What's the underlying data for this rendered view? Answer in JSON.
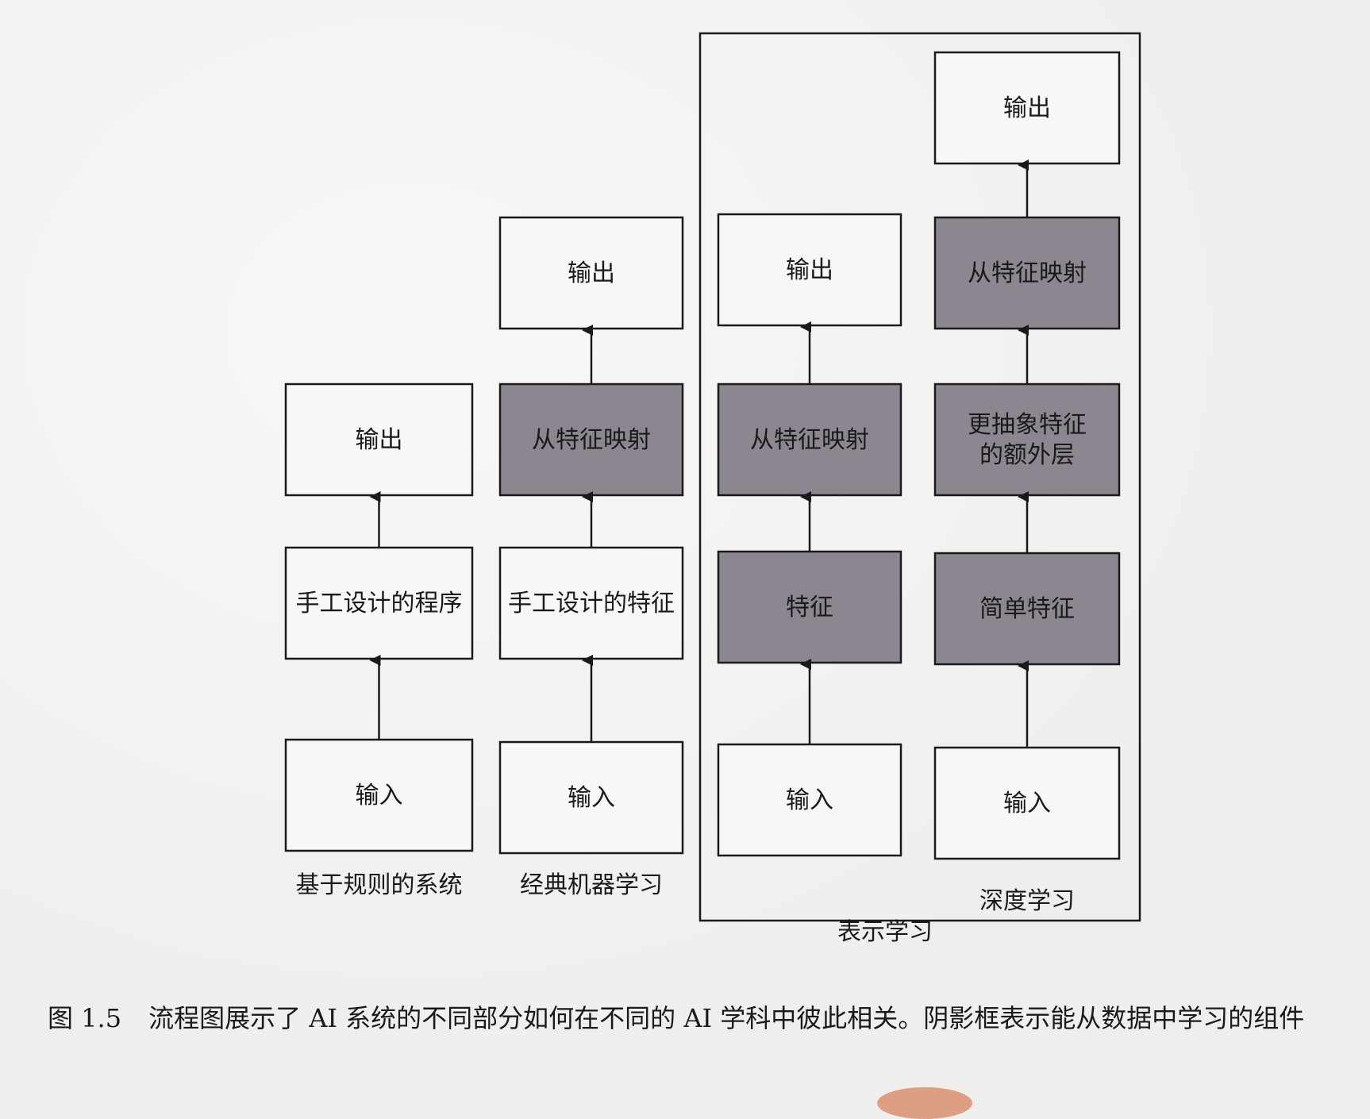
{
  "groups": [
    {
      "label": "基于规则的系统",
      "nodes": [
        {
          "text": "输出",
          "shaded": false
        },
        {
          "text": "手工设计的程序",
          "shaded": false
        },
        {
          "text": "输入",
          "shaded": false
        }
      ]
    },
    {
      "label": "经典机器学习",
      "nodes": [
        {
          "text": "输出",
          "shaded": false
        },
        {
          "text": "从特征映射",
          "shaded": true
        },
        {
          "text": "手工设计的特征",
          "shaded": false
        },
        {
          "text": "输入",
          "shaded": false
        }
      ]
    },
    {
      "label": "",
      "nodes": [
        {
          "text": "输出",
          "shaded": false
        },
        {
          "text": "从特征映射",
          "shaded": true
        },
        {
          "text": "特征",
          "shaded": true
        },
        {
          "text": "输入",
          "shaded": false
        }
      ]
    },
    {
      "label": "深度学习",
      "nodes": [
        {
          "text": "输出",
          "shaded": false
        },
        {
          "text": "从特征映射",
          "shaded": true
        },
        {
          "text": "更抽象特征\n的额外层",
          "shaded": true
        },
        {
          "text": "简单特征",
          "shaded": true
        },
        {
          "text": "输入",
          "shaded": false
        }
      ]
    }
  ],
  "container_label": "表示学习",
  "caption": {
    "figure_number": "图 1.5",
    "text": "流程图展示了 AI 系统的不同部分如何在不同的 AI 学科中彼此相关。阴影框表示能从数据中学习的组件"
  },
  "colors": {
    "shaded_box": "#8b8690",
    "plain_box": "#f7f7f5",
    "line": "#1a1a1a"
  }
}
